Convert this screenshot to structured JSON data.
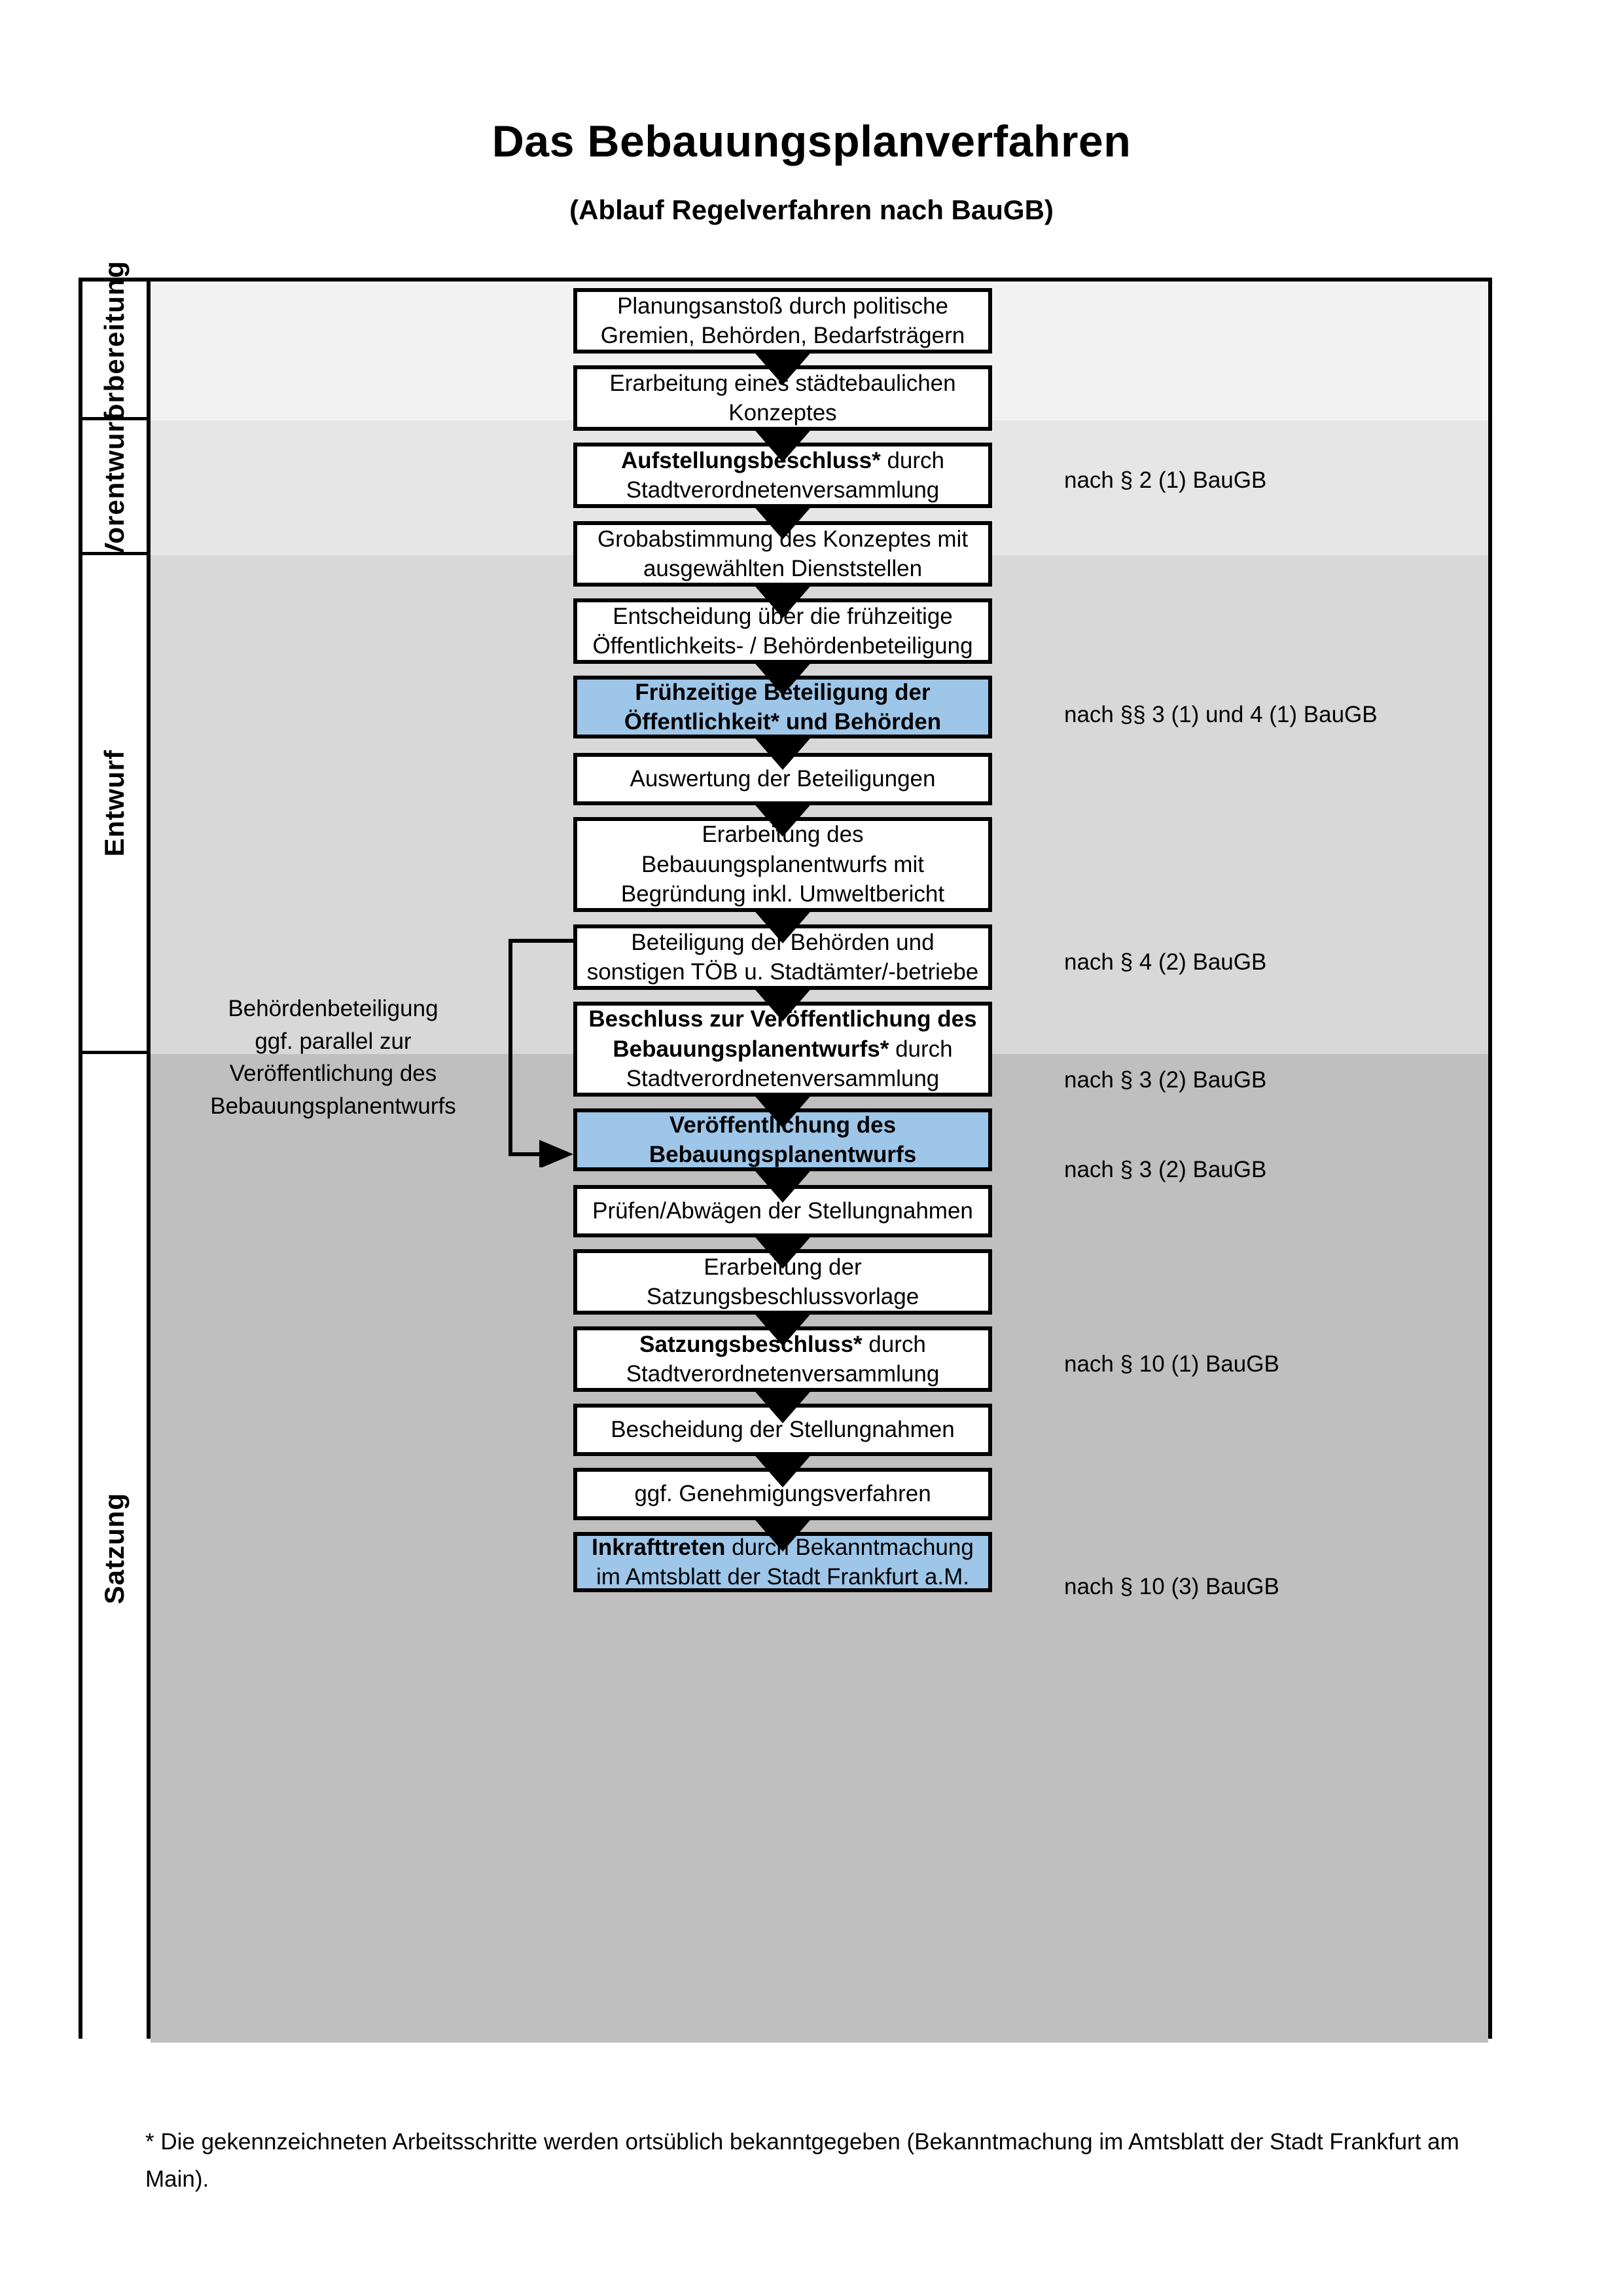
{
  "header": {
    "title": "Das Bebauungsplanverfahren",
    "subtitle": "(Ablauf Regelverfahren nach BauGB)"
  },
  "colors": {
    "highlight_blue": "#9DC6E8",
    "band_vorbereitung": "#F2F2F2",
    "band_vorentwurf": "#E6E6E6",
    "band_entwurf": "#D8D8D8",
    "band_satzung": "#BFBFBF",
    "outline": "#000000"
  },
  "phases": [
    {
      "label": "Vorbereitung"
    },
    {
      "label": "Vorentwurf"
    },
    {
      "label": "Entwurf"
    },
    {
      "label": "Satzung"
    }
  ],
  "steps": [
    {
      "id": "planungsanstoss",
      "phase": "Vorbereitung",
      "highlight": false,
      "lines": [
        {
          "text": "Planungsanstoß durch politische",
          "bold": false
        },
        {
          "text": "Gremien, Behörden, Bedarfsträgern",
          "bold": false
        }
      ]
    },
    {
      "id": "staedtebauliches-konzept",
      "phase": "Vorbereitung",
      "highlight": false,
      "lines": [
        {
          "text": "Erarbeitung eines städtebaulichen",
          "bold": false
        },
        {
          "text": "Konzeptes",
          "bold": false
        }
      ]
    },
    {
      "id": "aufstellungsbeschluss",
      "phase": "Vorbereitung",
      "highlight": false,
      "lines": [
        {
          "text": "Aufstellungsbeschluss*",
          "bold": true,
          "suffix": " durch"
        },
        {
          "text": "Stadtverordnetenversammlung",
          "bold": false
        }
      ]
    },
    {
      "id": "grobabstimmung",
      "phase": "Vorentwurf",
      "highlight": false,
      "lines": [
        {
          "text": "Grobabstimmung des Konzeptes mit",
          "bold": false
        },
        {
          "text": "ausgewählten Dienststellen",
          "bold": false
        }
      ]
    },
    {
      "id": "entscheidung-fruehzeitige",
      "phase": "Vorentwurf",
      "highlight": false,
      "lines": [
        {
          "text": "Entscheidung über die frühzeitige",
          "bold": false
        },
        {
          "text": "Öffentlichkeits- / Behördenbeteiligung",
          "bold": false
        }
      ]
    },
    {
      "id": "fruehzeitige-beteiligung",
      "phase": "Vorentwurf",
      "highlight": true,
      "lines": [
        {
          "text": "Frühzeitige Beteiligung der",
          "bold": true
        },
        {
          "text": "Öffentlichkeit* und Behörden",
          "bold": true
        }
      ]
    },
    {
      "id": "auswertung-beteiligungen",
      "phase": "Entwurf",
      "highlight": false,
      "lines": [
        {
          "text": "Auswertung der Beteiligungen",
          "bold": false
        }
      ]
    },
    {
      "id": "erarbeitung-bplanentwurf",
      "phase": "Entwurf",
      "highlight": false,
      "lines": [
        {
          "text": "Erarbeitung des",
          "bold": false
        },
        {
          "text": "Bebauungsplanentwurfs mit",
          "bold": false
        },
        {
          "text": "Begründung inkl. Umweltbericht",
          "bold": false
        }
      ]
    },
    {
      "id": "beteiligung-behoerden-toeb",
      "phase": "Entwurf",
      "highlight": false,
      "lines": [
        {
          "text": "Beteiligung der Behörden und",
          "bold": false
        },
        {
          "text": "sonstigen TÖB u. Stadtämter/-betriebe",
          "bold": false
        }
      ]
    },
    {
      "id": "beschluss-veroeffentlichung",
      "phase": "Entwurf",
      "highlight": false,
      "lines": [
        {
          "text": "Beschluss zur Veröffentlichung des",
          "bold": true
        },
        {
          "text": "Bebauungsplanentwurfs*",
          "bold": true,
          "suffix": " durch"
        },
        {
          "text": "Stadtverordnetenversammlung",
          "bold": false
        }
      ]
    },
    {
      "id": "veroeffentlichung-bplanentwurf",
      "phase": "Entwurf",
      "highlight": true,
      "lines": [
        {
          "text": "Veröffentlichung des",
          "bold": true
        },
        {
          "text": "Bebauungsplanentwurfs",
          "bold": true
        }
      ]
    },
    {
      "id": "pruefen-abwaegen",
      "phase": "Satzung",
      "highlight": false,
      "lines": [
        {
          "text": "Prüfen/Abwägen der Stellungnahmen",
          "bold": false
        }
      ]
    },
    {
      "id": "erarbeitung-satzungsvorlage",
      "phase": "Satzung",
      "highlight": false,
      "lines": [
        {
          "text": "Erarbeitung der",
          "bold": false
        },
        {
          "text": "Satzungsbeschlussvorlage",
          "bold": false
        }
      ]
    },
    {
      "id": "satzungsbeschluss",
      "phase": "Satzung",
      "highlight": false,
      "lines": [
        {
          "text": "Satzungsbeschluss*",
          "bold": true,
          "suffix": " durch"
        },
        {
          "text": "Stadtverordnetenversammlung",
          "bold": false
        }
      ]
    },
    {
      "id": "bescheidung-stellungnahmen",
      "phase": "Satzung",
      "highlight": false,
      "lines": [
        {
          "text": "Bescheidung der Stellungnahmen",
          "bold": false
        }
      ]
    },
    {
      "id": "ggf-genehmigungsverfahren",
      "phase": "Satzung",
      "highlight": false,
      "lines": [
        {
          "text": "ggf. Genehmigungsverfahren",
          "bold": false
        }
      ]
    },
    {
      "id": "inkrafttreten",
      "phase": "Satzung",
      "highlight": true,
      "lines": [
        {
          "text": "Inkrafttreten",
          "bold": true,
          "suffix": " durch Bekanntmachung"
        },
        {
          "text": "im Amtsblatt der Stadt Frankfurt a.M.",
          "bold": false
        }
      ]
    }
  ],
  "legal_notes": [
    {
      "id": "legal-par2-1",
      "text": "nach § 2 (1) BauGB",
      "for_step": "aufstellungsbeschluss"
    },
    {
      "id": "legal-par3-1-4-1",
      "text": "nach §§ 3 (1) und 4 (1) BauGB",
      "for_step": "fruehzeitige-beteiligung"
    },
    {
      "id": "legal-par4-2",
      "text": "nach § 4 (2) BauGB",
      "for_step": "beteiligung-behoerden-toeb"
    },
    {
      "id": "legal-par3-2-a",
      "text": "nach § 3 (2) BauGB",
      "for_step": "beschluss-veroeffentlichung"
    },
    {
      "id": "legal-par3-2-b",
      "text": "nach § 3 (2) BauGB",
      "for_step": "veroeffentlichung-bplanentwurf"
    },
    {
      "id": "legal-par10-1",
      "text": "nach § 10 (1) BauGB",
      "for_step": "satzungsbeschluss"
    },
    {
      "id": "legal-par10-3",
      "text": "nach § 10 (3) BauGB",
      "for_step": "inkrafttreten"
    }
  ],
  "side_note": {
    "lines": [
      "Behördenbeteiligung",
      "ggf. parallel zur",
      "Veröffentlichung des",
      "Bebauungsplanentwurfs"
    ]
  },
  "footnote": {
    "text": "* Die gekennzeichneten Arbeitsschritte werden ortsüblich bekanntgegeben (Bekanntmachung im Amtsblatt  der Stadt Frankfurt am Main)."
  }
}
